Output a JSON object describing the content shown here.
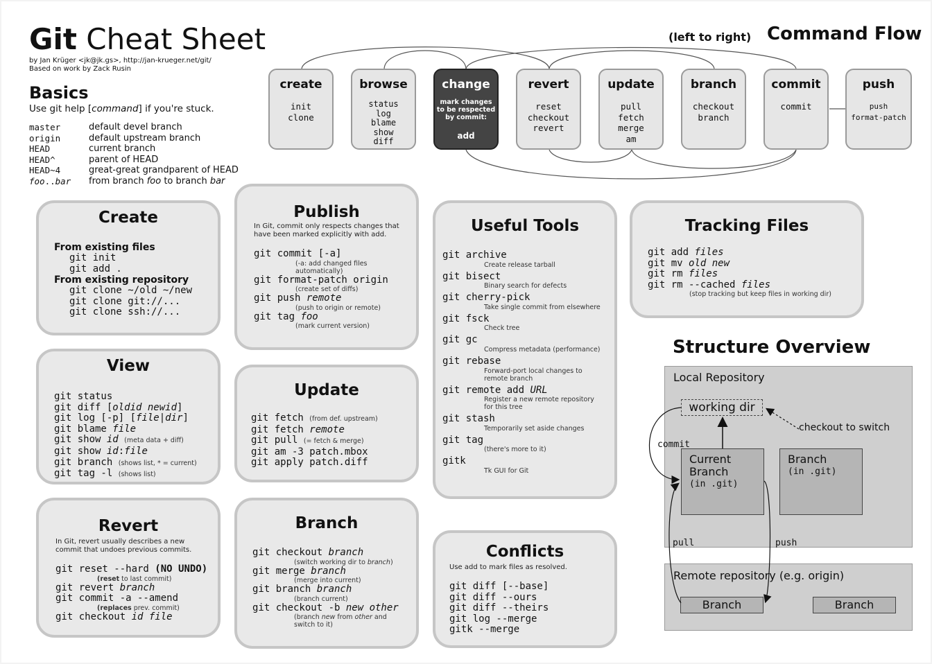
{
  "header": {
    "title_bold": "Git",
    "title_rest": " Cheat Sheet",
    "byline1": "by Jan Krüger <jk@jk.gs>, http://jan-krueger.net/git/",
    "byline2": "Based on work by Zack Rusin"
  },
  "basics": {
    "title": "Basics",
    "sub_pre": "Use git help [",
    "sub_em": "command",
    "sub_post": "] if you're stuck.",
    "rows": [
      {
        "k": "master",
        "v": "default devel branch"
      },
      {
        "k": "origin",
        "v": "default upstream branch"
      },
      {
        "k": "HEAD",
        "v": "current branch"
      },
      {
        "k": "HEAD^",
        "v": "parent of HEAD"
      },
      {
        "k": "HEAD~4",
        "v": "great-great grandparent of HEAD"
      }
    ],
    "last": {
      "k1": "foo",
      "k2": "..",
      "k3": "bar",
      "v1": "from branch ",
      "v2": "foo",
      "v3": " to branch ",
      "v4": "bar"
    }
  },
  "flow": {
    "caption": "(left to right)",
    "title": "Command Flow",
    "boxes": [
      {
        "h": "create",
        "cmds": [
          "init",
          "clone"
        ]
      },
      {
        "h": "browse",
        "cmds": [
          "status",
          "log",
          "blame",
          "show",
          "diff"
        ]
      },
      {
        "h": "change",
        "note1": "mark changes",
        "note2": "to be respected",
        "note3": "by commit:",
        "add": "add"
      },
      {
        "h": "revert",
        "cmds": [
          "reset",
          "checkout",
          "revert"
        ]
      },
      {
        "h": "update",
        "cmds": [
          "pull",
          "fetch",
          "merge",
          "am"
        ]
      },
      {
        "h": "branch",
        "cmds": [
          "checkout",
          "branch"
        ]
      },
      {
        "h": "commit",
        "cmds": [
          "commit"
        ]
      },
      {
        "h": "push",
        "cmds": [
          "push",
          "format-patch"
        ]
      }
    ]
  },
  "create": {
    "title": "Create",
    "h1": "From existing files",
    "c1": "git init",
    "c2": "git add .",
    "h2": "From existing repository",
    "c3": "git clone ~/old ~/new",
    "c4": "git clone git://...",
    "c5": "git clone ssh://..."
  },
  "view": {
    "title": "View",
    "l1": "git status",
    "l2a": "git diff [",
    "l2b": "oldid newid",
    "l2c": "]",
    "l3a": "git log [-p] [",
    "l3b": "file|dir",
    "l3c": "]",
    "l4a": "git blame ",
    "l4b": "file",
    "l5a": "git show ",
    "l5b": "id",
    "l5n": "(meta data + diff)",
    "l6a": "git show ",
    "l6b": "id",
    "l6c": ":",
    "l6d": "file",
    "l7a": "git branch",
    "l7n": "(shows list, * = current)",
    "l8a": "git tag -l",
    "l8n": "(shows list)"
  },
  "revert": {
    "title": "Revert",
    "note": "In Git, revert usually describes a new commit that undoes previous commits.",
    "l1a": "git reset --hard ",
    "l1b": "(NO UNDO)",
    "n1a": "(reset",
    "n1b": " to last commit)",
    "l2a": "git revert ",
    "l2b": "branch",
    "l3": "git commit -a --amend",
    "n3a": "(replaces",
    "n3b": " prev. commit)",
    "l4a": "git checkout ",
    "l4b": "id file"
  },
  "publish": {
    "title": "Publish",
    "note": "In Git, commit only respects changes that have been marked explicitly with add.",
    "l1": "git commit [-a]",
    "n1a": "(-a: add changed files",
    "n1b": "automatically)",
    "l2": "git format-patch origin",
    "n2": "(create set of diffs)",
    "l3a": "git push ",
    "l3b": "remote",
    "n3": "(push to origin or remote)",
    "l4a": "git tag ",
    "l4b": "foo",
    "n4": "(mark current version)"
  },
  "update": {
    "title": "Update",
    "l1": "git fetch",
    "n1": "(from def. upstream)",
    "l2a": "git fetch ",
    "l2b": "remote",
    "l3": "git pull",
    "n3": "(= fetch & merge)",
    "l4": "git am -3 patch.mbox",
    "l5": "git apply patch.diff"
  },
  "branchcard": {
    "title": "Branch",
    "l1a": "git checkout ",
    "l1b": "branch",
    "n1a": "(switch working dir to ",
    "n1b": "branch",
    "n1c": ")",
    "l2a": "git merge ",
    "l2b": "branch",
    "n2": "(merge into current)",
    "l3a": "git branch ",
    "l3b": "branch",
    "n3": "(branch current)",
    "l4a": "git checkout -b ",
    "l4b": "new other",
    "n4a": "(branch ",
    "n4b": "new",
    "n4c": " from ",
    "n4d": "other",
    "n4e": " and",
    "n4f": "switch to it)"
  },
  "tools": {
    "title": "Useful Tools",
    "items": [
      {
        "c": "git archive",
        "d": "Create release tarball"
      },
      {
        "c": "git bisect",
        "d": "Binary search for defects"
      },
      {
        "c": "git cherry-pick",
        "d": "Take single commit from elsewhere"
      },
      {
        "c": "git fsck",
        "d": "Check tree"
      },
      {
        "c": "git gc",
        "d": "Compress metadata (performance)"
      }
    ],
    "rebase": "git rebase",
    "rebase_d1": "Forward-port local changes to",
    "rebase_d2": "remote branch",
    "remote_a": "git remote add ",
    "remote_b": "URL",
    "remote_d1": "Register a new remote repository",
    "remote_d2": "for this tree",
    "stash": "git stash",
    "stash_d": "Temporarily set aside changes",
    "tag": "git tag",
    "tag_d": "(there's more to it)",
    "gitk": "gitk",
    "gitk_d": "Tk GUI for Git"
  },
  "conflicts": {
    "title": "Conflicts",
    "note": "Use add to mark files as resolved.",
    "lines": [
      "git diff [--base]",
      "git diff --ours",
      "git diff --theirs",
      "git log --merge",
      "gitk --merge"
    ]
  },
  "tracking": {
    "title": "Tracking Files",
    "l1a": "git add ",
    "l1b": "files",
    "l2a": "git mv ",
    "l2b": "old new",
    "l3a": "git rm ",
    "l3b": "files",
    "l4a": "git rm --cached ",
    "l4b": "files",
    "n4": "(stop tracking but keep files in working dir)"
  },
  "structure": {
    "title": "Structure Overview",
    "local": "Local Repository",
    "workdir": "working dir",
    "checkout": "checkout to switch",
    "commit": "commit",
    "current1": "Current",
    "current2": "Branch",
    "current3": "(in .git)",
    "branch1": "Branch",
    "branch2": "(in .git)",
    "pull": "pull",
    "push": "push",
    "remote": "Remote repository (e.g. origin)",
    "rbranch1": "Branch",
    "rbranch2": "Branch"
  }
}
